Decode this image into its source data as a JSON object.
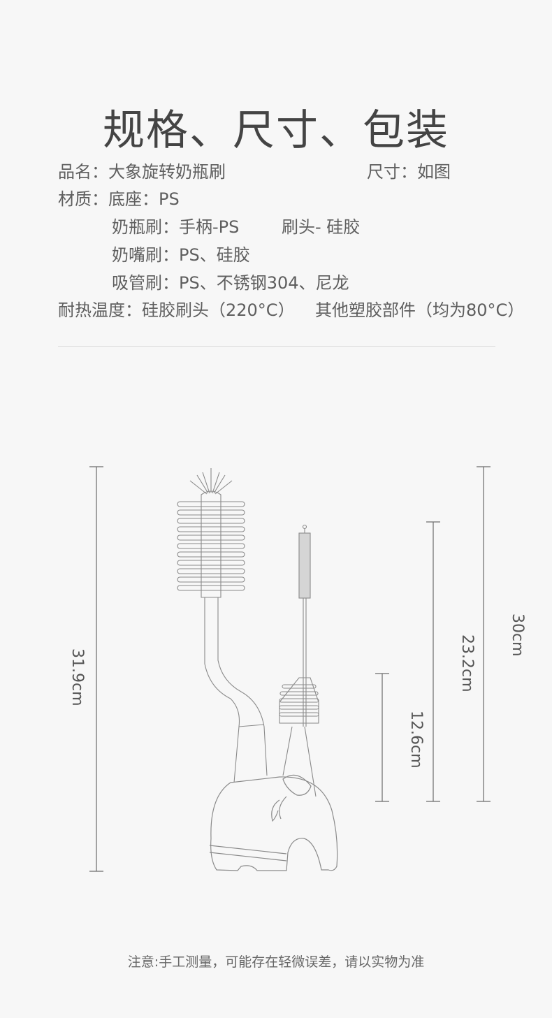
{
  "title": "规格、尺寸、包装",
  "specs": {
    "name_label": "品名：",
    "name_value": "大象旋转奶瓶刷",
    "size_label": "尺寸：",
    "size_value": "如图",
    "material_label": "材质：",
    "base": "底座：PS",
    "bottle_brush": "奶瓶刷：手柄-PS",
    "bottle_brush_head": "刷头- 硅胶",
    "nipple_brush": "奶嘴刷：PS、硅胶",
    "straw_brush": "吸管刷：PS、不锈钢304、尼龙",
    "heat_label": "耐热温度：",
    "heat_value_1": "硅胶刷头（220°C）",
    "heat_value_2": "其他塑胶部件（均为80°C）"
  },
  "dimensions": {
    "total_height": "31.9cm",
    "straw_brush_height": "30cm",
    "mid_height": "23.2cm",
    "nipple_height": "12.6cm"
  },
  "note": "注意:手工测量，可能存在轻微误差，请以实物为准"
}
